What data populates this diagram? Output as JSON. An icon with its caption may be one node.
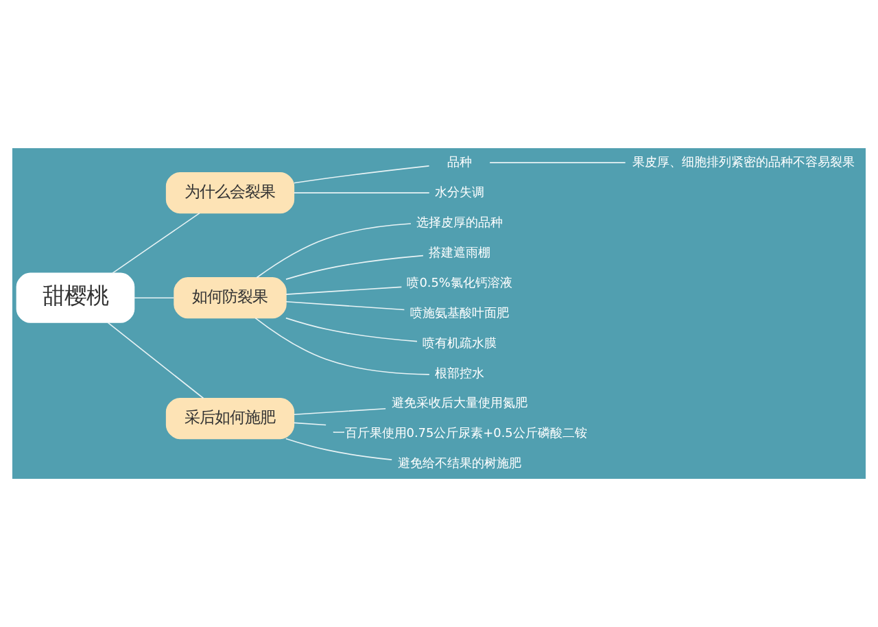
{
  "diagram": {
    "nodes": [
      {
        "text": [
          "甜樱桃"
        ]
      },
      {
        "text": [
          "为什么会裂果"
        ]
      },
      {
        "text": [
          "品种"
        ]
      },
      {
        "text": [
          "果皮厚、细胞排列紧密的品种不容易裂果"
        ]
      },
      {
        "text": [
          "水分失调"
        ]
      },
      {
        "text": [
          "如何防裂果"
        ]
      },
      {
        "text": [
          "选择皮厚的品种"
        ]
      },
      {
        "text": [
          "搭建遮雨棚"
        ]
      },
      {
        "text": [
          "喷0.5%氯化钙溶液"
        ]
      },
      {
        "text": [
          "喷施氨基酸叶面肥"
        ]
      },
      {
        "text": [
          "喷有机疏水膜"
        ]
      },
      {
        "text": [
          "根部控水"
        ]
      },
      {
        "text": [
          "采后如何施肥"
        ]
      },
      {
        "text": [
          "避免采收后大量使用氮肥"
        ]
      },
      {
        "text": [
          "一百斤果使用0.75公斤尿素+0.5公斤磷酸二铵"
        ]
      },
      {
        "text": [
          "避免给不结果的树施肥"
        ]
      }
    ],
    "edges": [
      {
        "from": 0,
        "to": 1,
        "arrow": "none"
      },
      {
        "from": 1,
        "to": 2,
        "arrow": "none"
      },
      {
        "from": 2,
        "to": 3,
        "arrow": "none"
      },
      {
        "from": 1,
        "to": 4,
        "arrow": "none"
      },
      {
        "from": 0,
        "to": 5,
        "arrow": "none"
      },
      {
        "from": 5,
        "to": 6,
        "arrow": "none"
      },
      {
        "from": 5,
        "to": 7,
        "arrow": "none"
      },
      {
        "from": 5,
        "to": 8,
        "arrow": "none"
      },
      {
        "from": 5,
        "to": 9,
        "arrow": "none"
      },
      {
        "from": 5,
        "to": 10,
        "arrow": "none"
      },
      {
        "from": 5,
        "to": 11,
        "arrow": "none"
      },
      {
        "from": 0,
        "to": 12,
        "arrow": "none"
      },
      {
        "from": 12,
        "to": 13,
        "arrow": "none"
      },
      {
        "from": 12,
        "to": 14,
        "arrow": "none"
      },
      {
        "from": 12,
        "to": 15,
        "arrow": "none"
      }
    ]
  }
}
